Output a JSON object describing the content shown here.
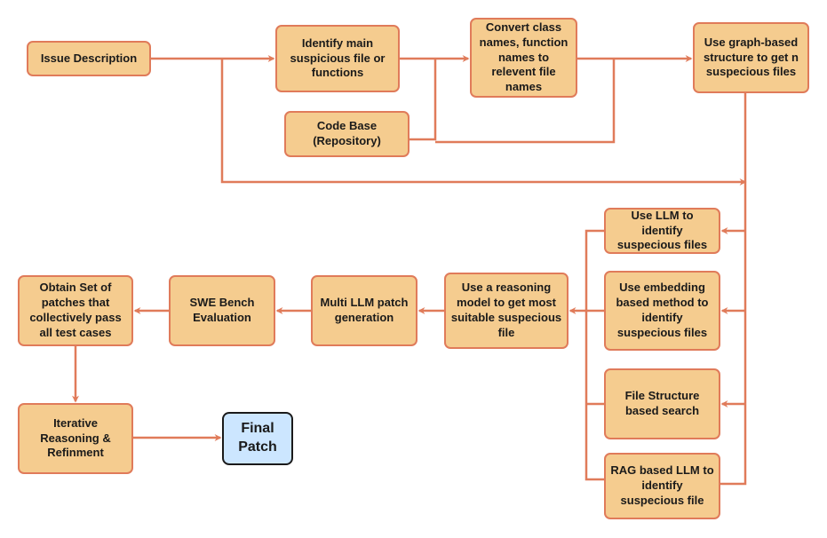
{
  "nodes": {
    "issue": "Issue Description",
    "identify": "Identify main\nsuspicious file or\nfunctions",
    "convert": "Convert class\nnames, function\nnames to\nrelevent file\nnames",
    "graph": "Use graph-based\nstructure to get n\nsuspecious files",
    "codebase": "Code Base\n(Repository)",
    "llm_identify": "Use LLM to\nidentify\nsuspecious files",
    "embedding": "Use embedding\nbased method to\nidentify\nsuspecious files",
    "filestruct": "File Structure\nbased search",
    "rag": "RAG based LLM to\nidentify\nsuspecious file",
    "reasoning": "Use a reasoning\nmodel to get most\nsuitable suspecious\nfile",
    "multi": "Multi LLM patch\ngeneration",
    "swe": "SWE Bench\nEvaluation",
    "obtain": "Obtain Set of\npatches that\ncollectively pass\nall test cases",
    "iterative": "Iterative\nReasoning &\nRefinment",
    "final": "Final\nPatch"
  },
  "colors": {
    "node_fill": "#f5cc8f",
    "node_border": "#e07b5a",
    "edge": "#e07b5a",
    "final_fill": "#cce6ff",
    "final_border": "#1a1a1a"
  }
}
